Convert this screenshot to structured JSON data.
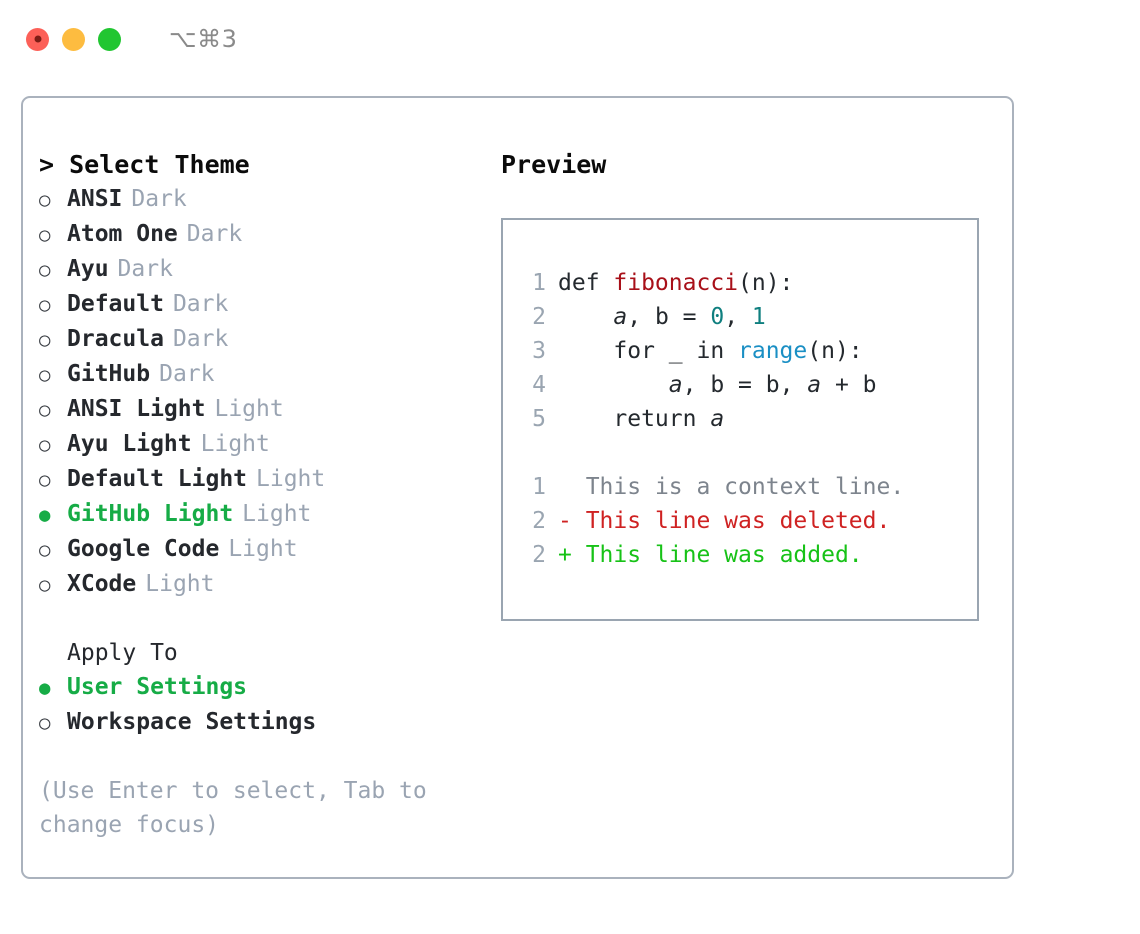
{
  "titlebar": {
    "shortcut": "⌥⌘3",
    "lights": [
      "close-light",
      "minimize-light",
      "zoom-light"
    ]
  },
  "theme_panel": {
    "heading": "> Select Theme",
    "bullet_selected": "●",
    "bullet_unselected": "○",
    "selected_color": "#16ac46",
    "variant_color": "#9aa4b2",
    "options": [
      {
        "name": "ANSI",
        "variant": "Dark",
        "selected": false
      },
      {
        "name": "Atom One",
        "variant": "Dark",
        "selected": false
      },
      {
        "name": "Ayu",
        "variant": "Dark",
        "selected": false
      },
      {
        "name": "Default",
        "variant": "Dark",
        "selected": false
      },
      {
        "name": "Dracula",
        "variant": "Dark",
        "selected": false
      },
      {
        "name": "GitHub",
        "variant": "Dark",
        "selected": false
      },
      {
        "name": "ANSI Light",
        "variant": "Light",
        "selected": false
      },
      {
        "name": "Ayu Light",
        "variant": "Light",
        "selected": false
      },
      {
        "name": "Default Light",
        "variant": "Light",
        "selected": false
      },
      {
        "name": "GitHub Light",
        "variant": "Light",
        "selected": true
      },
      {
        "name": "Google Code",
        "variant": "Light",
        "selected": false
      },
      {
        "name": "XCode",
        "variant": "Light",
        "selected": false
      }
    ]
  },
  "apply_to": {
    "label": "Apply To",
    "options": [
      {
        "name": "User Settings",
        "selected": true
      },
      {
        "name": "Workspace Settings",
        "selected": false
      }
    ]
  },
  "hint": "(Use Enter to select, Tab to change focus)",
  "preview": {
    "title": "Preview",
    "code_lines": [
      {
        "no": "1",
        "tokens": [
          {
            "t": "def ",
            "k": "plain"
          },
          {
            "t": "fibonacci",
            "k": "func"
          },
          {
            "t": "(n):",
            "k": "plain"
          }
        ]
      },
      {
        "no": "2",
        "tokens": [
          {
            "t": "    ",
            "k": "plain"
          },
          {
            "t": "a",
            "k": "var"
          },
          {
            "t": ", ",
            "k": "plain"
          },
          {
            "t": "b",
            "k": "plain"
          },
          {
            "t": " = ",
            "k": "plain"
          },
          {
            "t": "0",
            "k": "num"
          },
          {
            "t": ", ",
            "k": "plain"
          },
          {
            "t": "1",
            "k": "num"
          }
        ]
      },
      {
        "no": "3",
        "tokens": [
          {
            "t": "    for _ in ",
            "k": "plain"
          },
          {
            "t": "range",
            "k": "builtin"
          },
          {
            "t": "(n):",
            "k": "plain"
          }
        ]
      },
      {
        "no": "4",
        "tokens": [
          {
            "t": "        ",
            "k": "plain"
          },
          {
            "t": "a",
            "k": "var"
          },
          {
            "t": ", b = b, ",
            "k": "plain"
          },
          {
            "t": "a",
            "k": "var"
          },
          {
            "t": " + b",
            "k": "plain"
          }
        ]
      },
      {
        "no": "5",
        "tokens": [
          {
            "t": "    return ",
            "k": "plain"
          },
          {
            "t": "a",
            "k": "var"
          }
        ]
      }
    ],
    "diff_lines": [
      {
        "no": "1",
        "mark": "  ",
        "text": "This is a context line.",
        "kind": "context"
      },
      {
        "no": "2",
        "mark": "- ",
        "text": "This line was deleted.",
        "kind": "deleted"
      },
      {
        "no": "2",
        "mark": "+ ",
        "text": "This line was added.",
        "kind": "added"
      }
    ]
  }
}
